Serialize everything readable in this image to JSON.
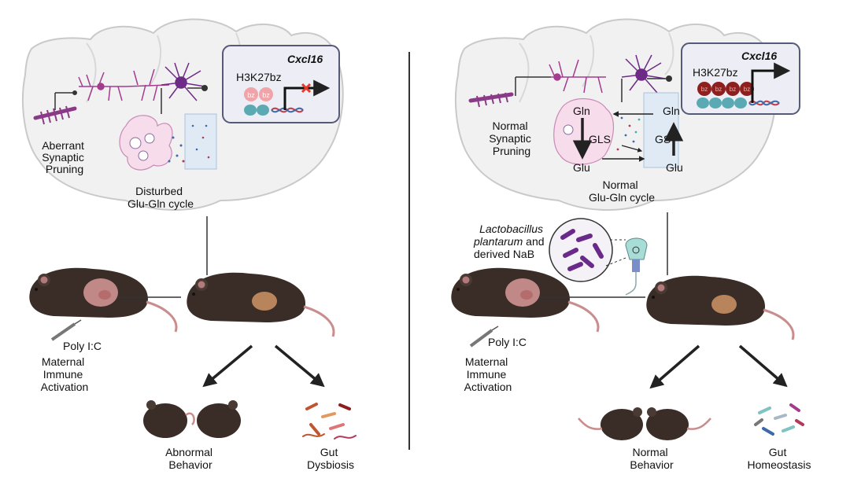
{
  "left_panel": {
    "synapse_label": [
      "Aberrant",
      "Synaptic",
      "Pruning"
    ],
    "cycle_label": [
      "Disturbed",
      "Glu-Gln cycle"
    ],
    "gene_name": "Cxcl16",
    "histone_mark": "H3K27bz",
    "bz_labels": [
      "bz",
      "bz"
    ],
    "injection_label": "Poly I:C",
    "mia_label": [
      "Maternal",
      "Immune",
      "Activation"
    ],
    "outcome_behavior": [
      "Abnormal",
      "Behavior"
    ],
    "outcome_gut": [
      "Gut",
      "Dysbiosis"
    ]
  },
  "right_panel": {
    "synapse_label": [
      "Normal",
      "Synaptic",
      "Pruning"
    ],
    "cycle_label": [
      "Normal",
      "Glu-Gln cycle"
    ],
    "gene_name": "Cxcl16",
    "histone_mark": "H3K27bz",
    "bz_labels": [
      "bz",
      "bz",
      "bz",
      "bz"
    ],
    "gln_left": "Gln",
    "glu_left": "Glu",
    "gls": "GLS",
    "gln_right": "Gln",
    "glu_right": "Glu",
    "gs": "GS",
    "probiotic_label": [
      "Lactobacillus",
      "plantarum",
      "and",
      "derived NaB"
    ],
    "injection_label": "Poly I:C",
    "mia_label": [
      "Maternal",
      "Immune",
      "Activation"
    ],
    "outcome_behavior": [
      "Normal",
      "Behavior"
    ],
    "outcome_gut": [
      "Gut",
      "Homeostasis"
    ]
  },
  "colors": {
    "brain_fill": "#f1f1f2",
    "brain_stroke": "#c9c9cc",
    "neuron": "#a33c8f",
    "neuron_dark": "#6d2a86",
    "astro_fill": "#f7dcec",
    "astro_fill_blue": "#dfeaf5",
    "box_fill": "#ecedf5",
    "box_stroke": "#555a78",
    "histone": "#5aa9b3",
    "bz_pink": "#f0a3a8",
    "bz_red": "#8e1f1f",
    "mouse": "#3a2c27",
    "mouse_pink": "#d89a9a",
    "arrow": "#222222",
    "stop": "#e23a2d"
  }
}
